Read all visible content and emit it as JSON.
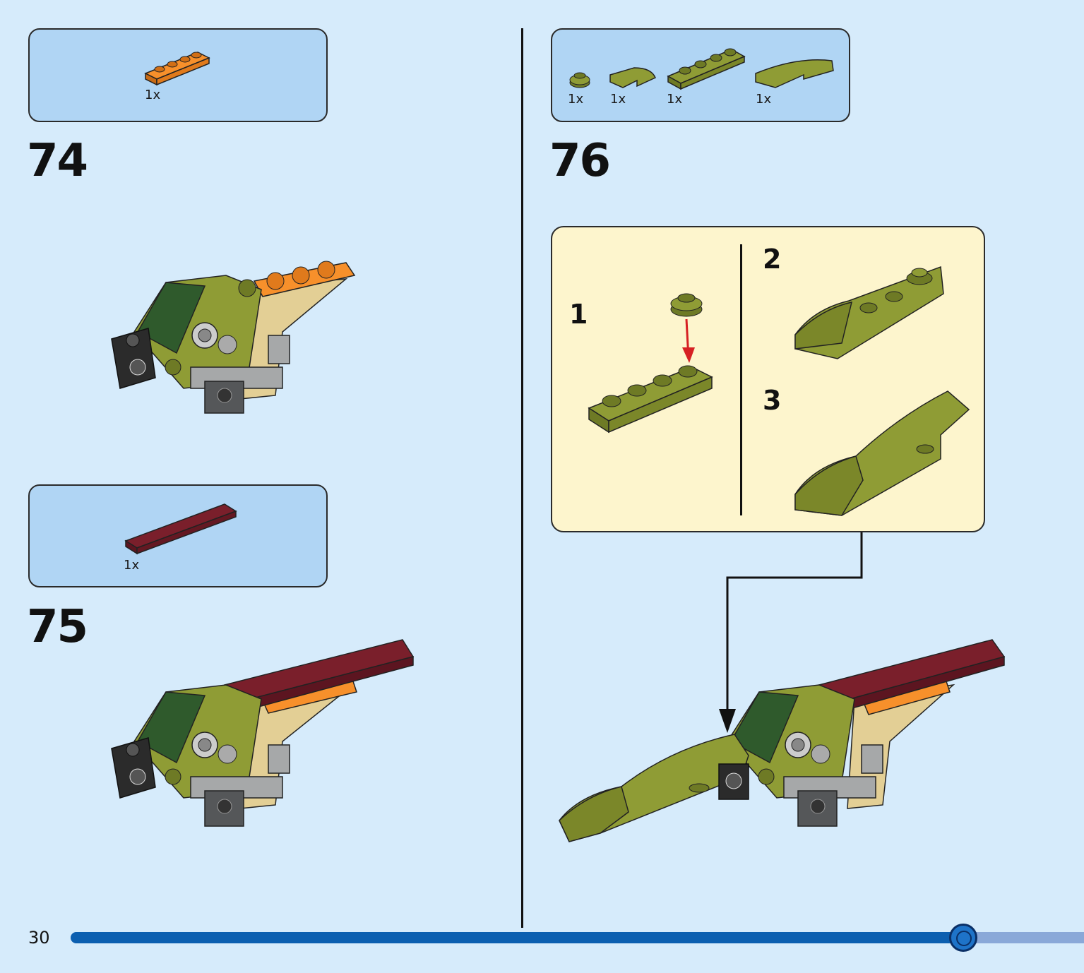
{
  "page": {
    "number": "30",
    "progress": 0.88
  },
  "colors": {
    "background": "#d6ebfb",
    "parts_box": "#b0d5f4",
    "sub_box": "#fdf5cd",
    "olive": "#8f9c35",
    "olive_dark": "#6e7a25",
    "orange": "#f7902b",
    "dark_red": "#7a1f2b",
    "tan": "#e3cf95",
    "dark_green": "#2f5a2c",
    "grey": "#a6a8a9",
    "dark_grey": "#555759",
    "progress_track": "#8aa8d8",
    "progress_fill": "#0c5fb0",
    "arrow_red": "#d62023"
  },
  "steps": [
    {
      "number": "74",
      "parts": [
        {
          "qty": "1x",
          "icon": "orange-plate-1x4-icon"
        }
      ]
    },
    {
      "number": "75",
      "parts": [
        {
          "qty": "1x",
          "icon": "dark-red-tile-1x6-icon"
        }
      ]
    },
    {
      "number": "76",
      "parts": [
        {
          "qty": "1x",
          "icon": "olive-round-plate-icon"
        },
        {
          "qty": "1x",
          "icon": "olive-curved-slope-icon"
        },
        {
          "qty": "1x",
          "icon": "olive-plate-1x4-icon"
        },
        {
          "qty": "1x",
          "icon": "olive-long-curved-slope-icon"
        }
      ],
      "substeps": [
        "1",
        "2",
        "3"
      ]
    }
  ]
}
